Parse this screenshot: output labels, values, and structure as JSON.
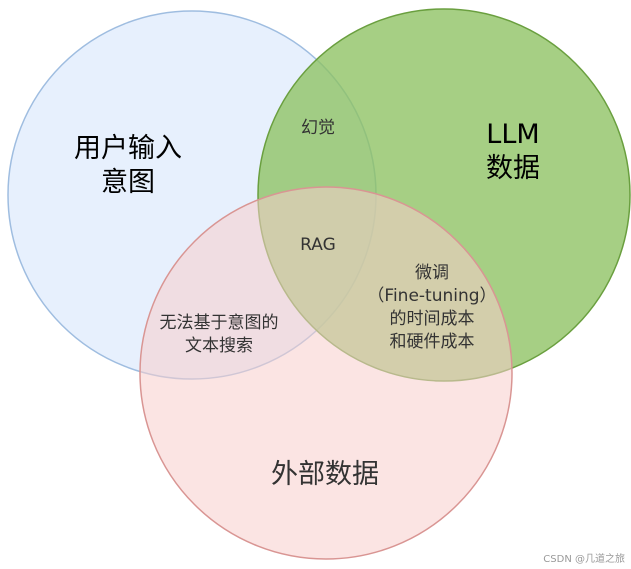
{
  "circles": {
    "user_intent": {
      "label_lines": [
        "用户输入",
        "意图"
      ],
      "fill": "#dae8fc",
      "stroke": "#9fbde0"
    },
    "llm_data": {
      "label_lines": [
        "LLM",
        "数据"
      ],
      "fill": "#8dc261",
      "stroke": "#6a9f3f"
    },
    "external_data": {
      "label": "外部数据",
      "fill": "#f8cecc",
      "stroke": "#d99593"
    }
  },
  "intersections": {
    "hallucination": "幻觉",
    "rag": "RAG",
    "fine_tuning_lines": [
      "微调",
      "（Fine-tuning）",
      "的时间成本",
      "和硬件成本"
    ],
    "no_semantic_search_lines": [
      "无法基于意图的",
      "文本搜索"
    ]
  },
  "watermark": "CSDN @几道之旅"
}
